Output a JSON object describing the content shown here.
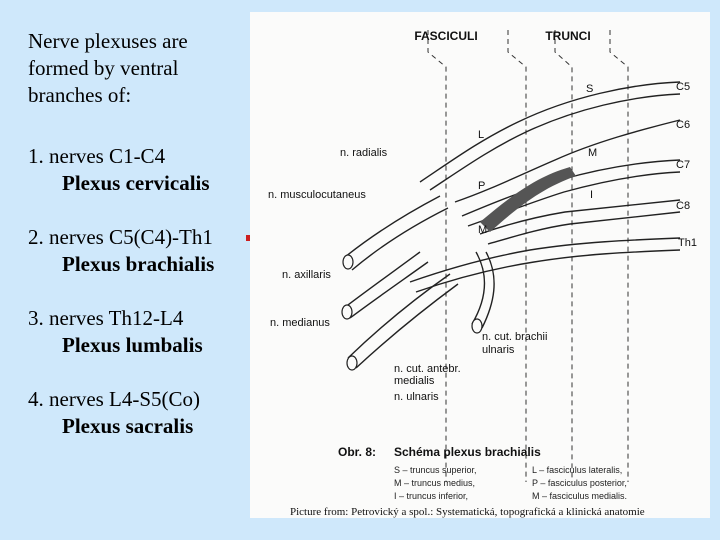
{
  "intro": "Nerve plexuses are formed by ventral branches of:",
  "items": [
    {
      "line": "1. nerves C1-C4",
      "plexus": "Plexus cervicalis"
    },
    {
      "line": "2. nerves C5(C4)-Th1",
      "plexus": "Plexus brachialis"
    },
    {
      "line": "3. nerves Th12-L4",
      "plexus": "Plexus lumbalis"
    },
    {
      "line": "4. nerves L4-S5(Co)",
      "plexus": "Plexus sacralis"
    }
  ],
  "figure": {
    "headers": {
      "fasciculi": "FASCICULI",
      "trunci": "TRUNCI"
    },
    "roots": [
      "C5",
      "C6",
      "C7",
      "C8",
      "Th1"
    ],
    "trunk_letters": [
      "S",
      "M",
      "I"
    ],
    "cord_letters": [
      "L",
      "P",
      "M"
    ],
    "nerves": {
      "radialis": "n. radialis",
      "musculocutaneus": "n. musculocutaneus",
      "axillaris": "n. axillaris",
      "medianus": "n. medianus",
      "cut_brachii_1": "n. cut. brachii",
      "cut_brachii_2": "ulnaris",
      "cut_antebr_1": "n. cut. antebr.",
      "cut_antebr_2": "medialis",
      "ulnaris": "n. ulnaris"
    },
    "caption_obr": "Obr. 8:",
    "caption_title": "Schéma plexus brachialis",
    "legend": [
      "S – truncus superior,",
      "M – truncus medius,",
      "I – truncus inferior,",
      "L – fasciculus lateralis,",
      "P – fasciculus posterior,",
      "M – fasciculus medialis."
    ]
  },
  "credit": "Picture from: Petrovický a spol.: Systematická, topografická a klinická anatomie",
  "colors": {
    "background": "#cfe8fb",
    "arrow": "#cc1f1f",
    "figure_bg": "#fbfbfa"
  }
}
